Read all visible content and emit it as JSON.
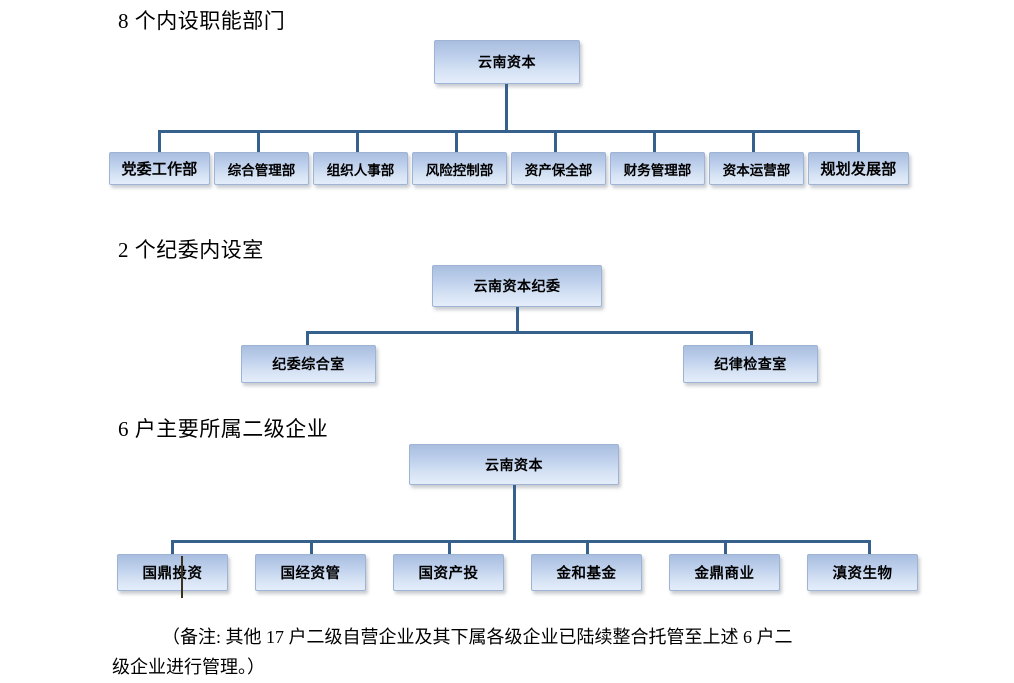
{
  "document": {
    "title": "云南资本组织架构图",
    "background_color": "#ffffff",
    "box_fill_top": "#a9bedf",
    "box_fill_bottom": "#e4edfa",
    "box_border_color": "#9fb4d4",
    "connector_color": "#35618c",
    "text_color": "#000000"
  },
  "sections": [
    {
      "heading": "8 个内设职能部门",
      "root": {
        "label": "云南资本"
      },
      "children": [
        {
          "label": "党委工作部"
        },
        {
          "label": "综合管理部"
        },
        {
          "label": "组织人事部"
        },
        {
          "label": "风险控制部"
        },
        {
          "label": "资产保全部"
        },
        {
          "label": "财务管理部"
        },
        {
          "label": "资本运营部"
        },
        {
          "label": "规划发展部"
        }
      ]
    },
    {
      "heading": "2 个纪委内设室",
      "root": {
        "label": "云南资本纪委"
      },
      "children": [
        {
          "label": "纪委综合室"
        },
        {
          "label": "纪律检查室"
        }
      ]
    },
    {
      "heading": "6 户主要所属二级企业",
      "root": {
        "label": "云南资本"
      },
      "children": [
        {
          "label": "国鼎投资"
        },
        {
          "label": "国经资管"
        },
        {
          "label": "国资产投"
        },
        {
          "label": "金和基金"
        },
        {
          "label": "金鼎商业"
        },
        {
          "label": "滇资生物"
        }
      ]
    }
  ],
  "footnote": {
    "line1": "（备注: 其他 17 户二级自营企业及其下属各级企业已陆续整合托管至上述 6 户二",
    "line2": "级企业进行管理。）"
  }
}
